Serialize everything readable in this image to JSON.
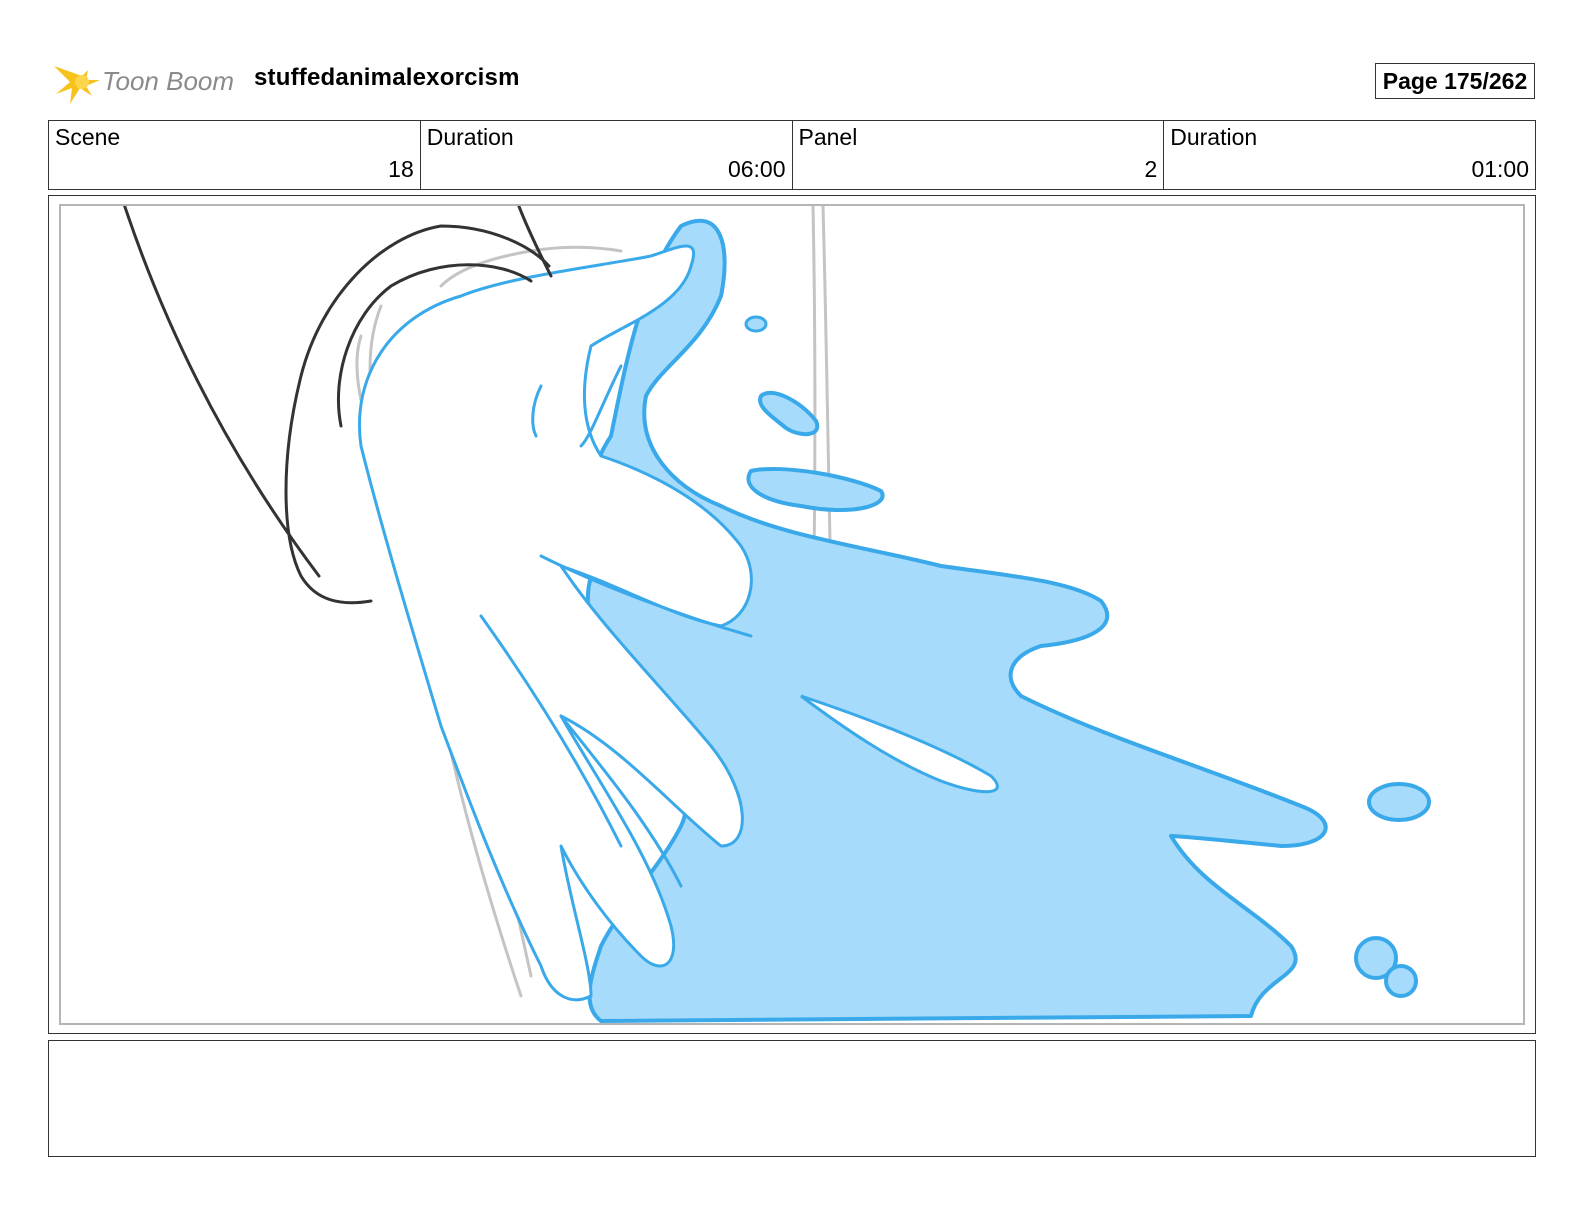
{
  "header": {
    "logo_text": "Toon Boom",
    "project_title": "stuffedanimalexorcism",
    "page_label": "Page 175/262"
  },
  "info": {
    "scene_label": "Scene",
    "scene_value": "18",
    "scene_duration_label": "Duration",
    "scene_duration_value": "06:00",
    "panel_label": "Panel",
    "panel_value": "2",
    "panel_duration_label": "Duration",
    "panel_duration_value": "01:00"
  },
  "notes": {
    "text": ""
  },
  "colors": {
    "splash_fill": "#a6dbfb",
    "splash_line": "#3aa9ea",
    "sketch_dark": "#333333",
    "sketch_light": "#c4c4c4",
    "logo_yellow": "#f7c21a",
    "logo_text": "#8a8a8a"
  }
}
